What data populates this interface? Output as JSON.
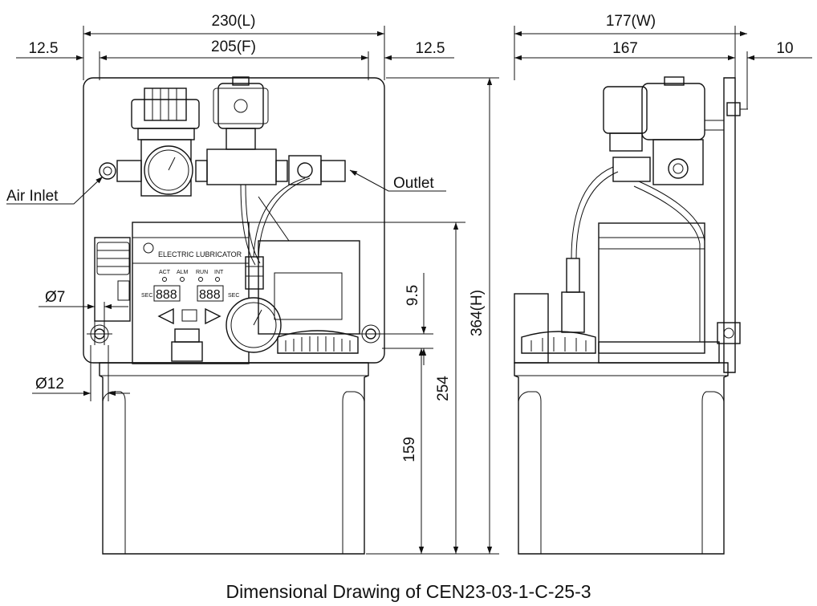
{
  "dimensions": {
    "length": "230(L)",
    "front": "205(F)",
    "margin_left": "12.5",
    "margin_right": "12.5",
    "width": "177(W)",
    "depth": "167",
    "bracket": "10",
    "height": "364(H)",
    "upper_height": "254",
    "tank_height": "159",
    "gap": "9.5",
    "hole_small": "Ø7",
    "hole_large": "Ø12"
  },
  "labels": {
    "air_inlet": "Air Inlet",
    "outlet": "Outlet"
  },
  "panel": {
    "brand_title": "ELECTRIC LUBRICATOR",
    "indicators": [
      "ACT",
      "ALM",
      "RUN",
      "INT"
    ],
    "sec_left": "SEC",
    "sec_right": "SEC",
    "digits_left": "888",
    "digits_right": "888"
  },
  "caption": "Dimensional Drawing of CEN23-03-1-C-25-3"
}
